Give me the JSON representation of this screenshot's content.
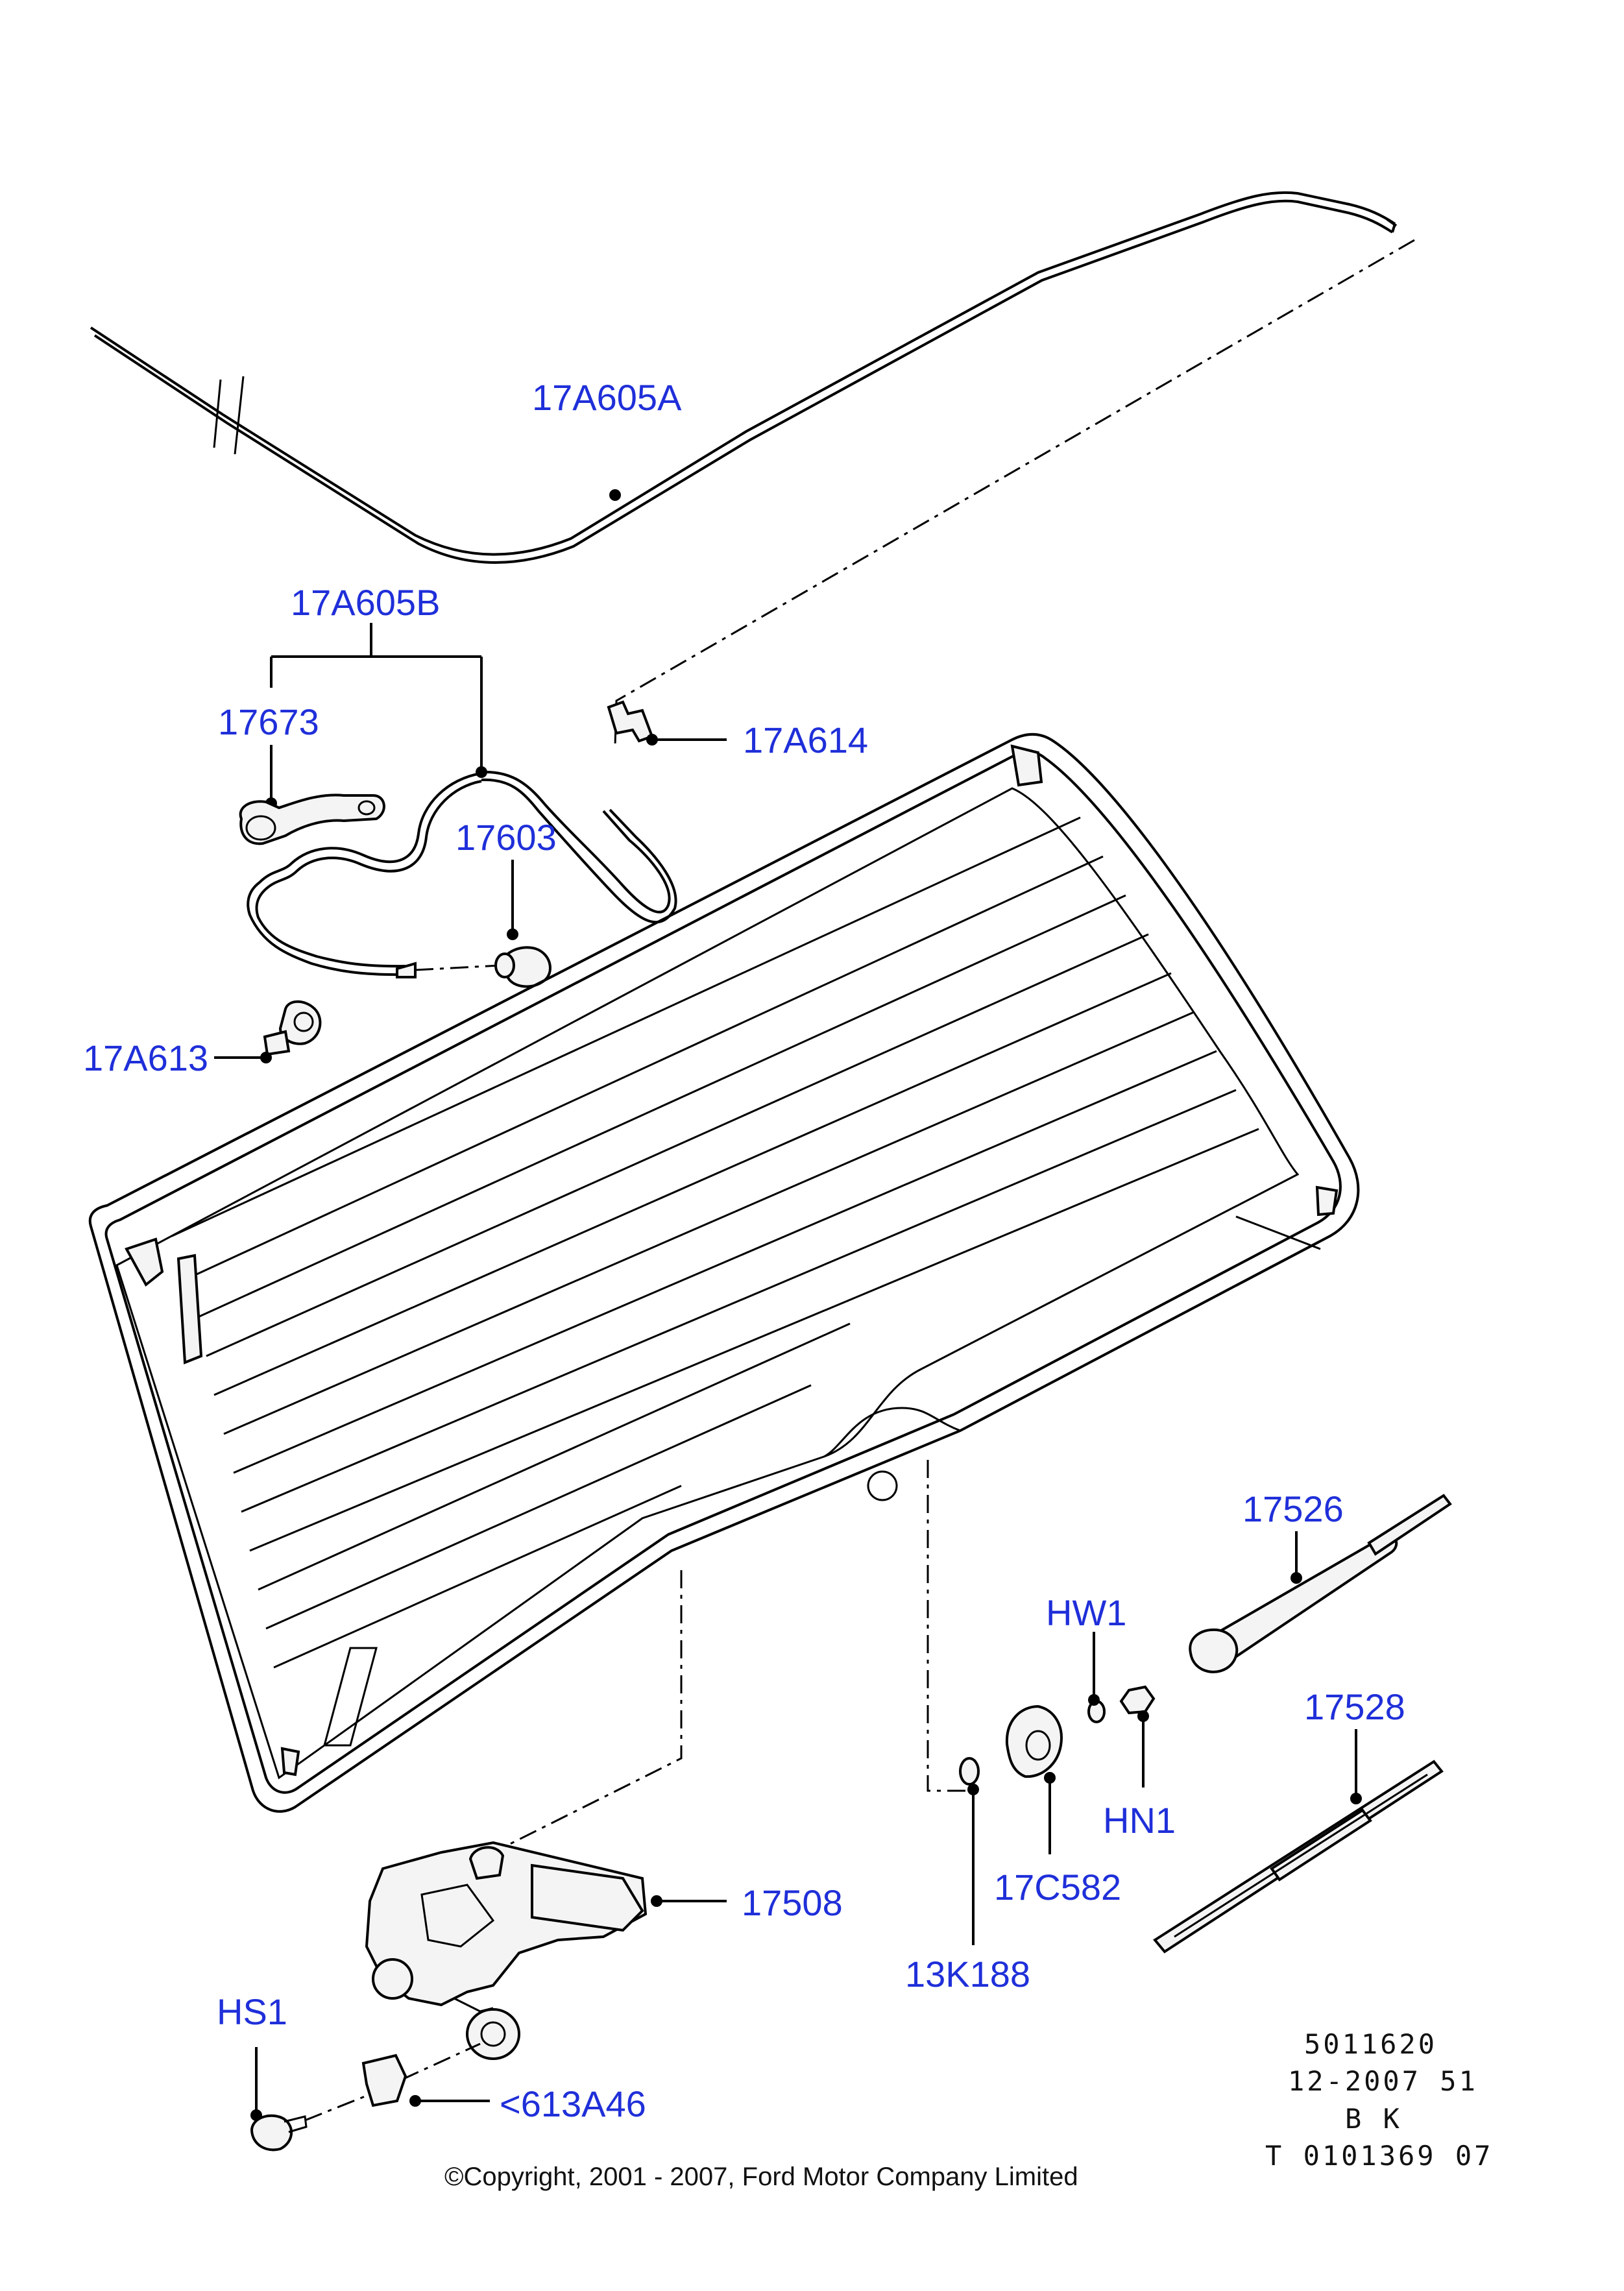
{
  "labels": {
    "hose_upper": "17A605A",
    "hose_lower": "17A605B",
    "hose_clip": "17673",
    "connector": "17A614",
    "washer_jet": "17603",
    "grommet": "17A613",
    "wiper_arm": "17526",
    "washer_hw": "HW1",
    "nut_hn": "HN1",
    "wiper_blade": "17528",
    "wiper_motor": "17508",
    "seal": "17C582",
    "spacer": "13K188",
    "screw": "HS1",
    "nut_clip": "<613A46"
  },
  "meta": {
    "line1": "5011620",
    "line2": "12-2007 51",
    "line3": "B K",
    "line4": "T 0101369 07"
  },
  "copyright": "©Copyright, 2001 - 2007, Ford Motor Company Limited",
  "colors": {
    "label": "#1f2fd9",
    "ink": "#000000"
  }
}
